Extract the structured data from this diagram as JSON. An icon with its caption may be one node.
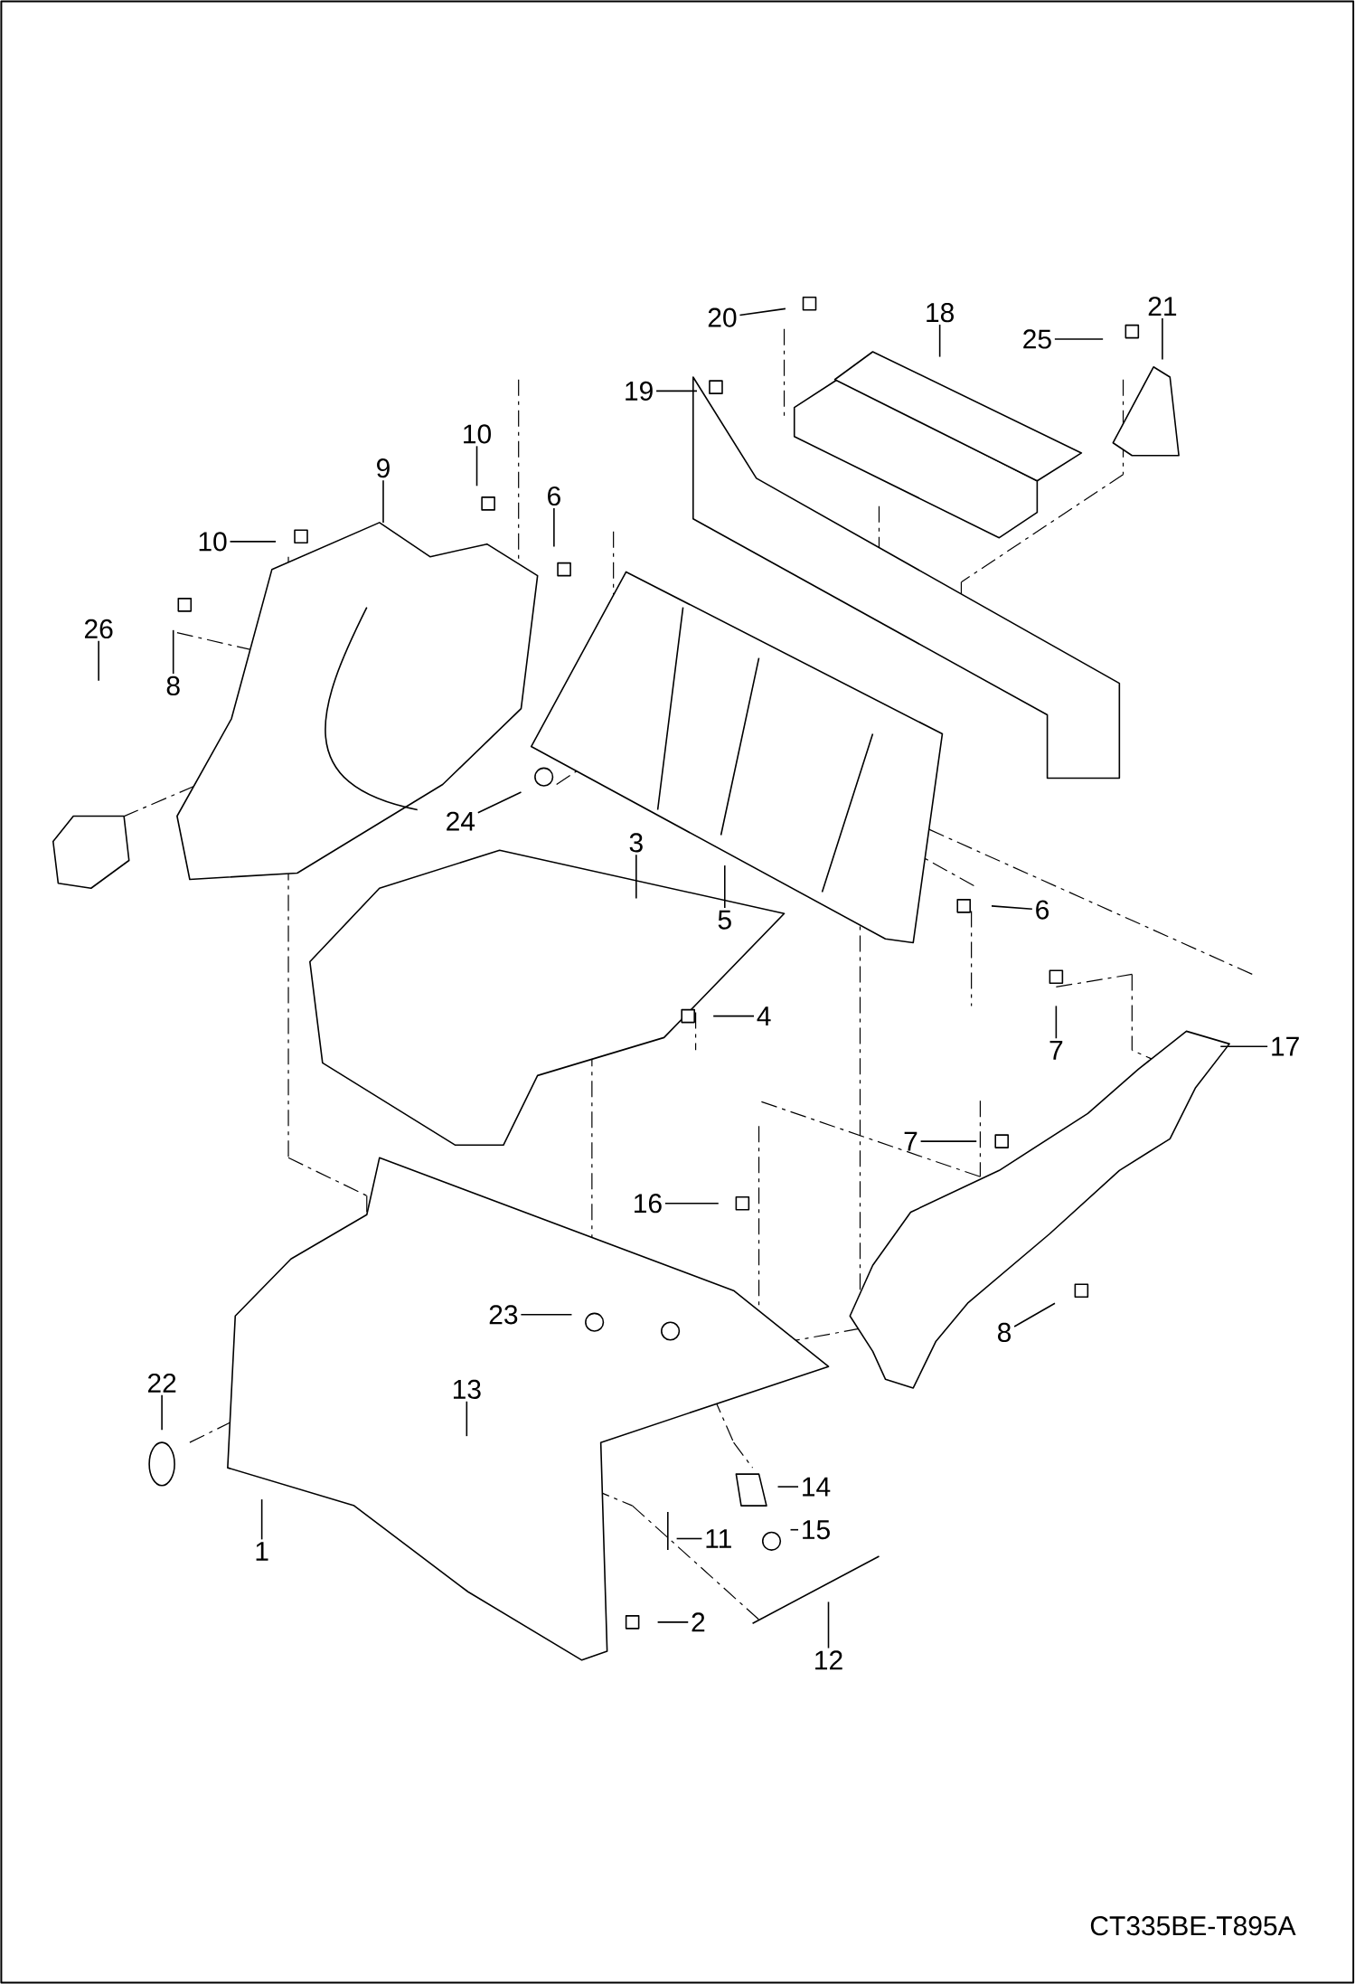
{
  "diagram": {
    "nodes": [
      {
        "text": [
          "21"
        ]
      },
      {
        "text": [
          "18"
        ]
      },
      {
        "text": [
          "20"
        ]
      },
      {
        "text": [
          "25"
        ]
      },
      {
        "text": [
          "19"
        ]
      },
      {
        "text": [
          "10"
        ]
      },
      {
        "text": [
          "9"
        ]
      },
      {
        "text": [
          "6"
        ]
      },
      {
        "text": [
          "10"
        ]
      },
      {
        "text": [
          "26"
        ]
      },
      {
        "text": [
          "8"
        ]
      },
      {
        "text": [
          "24"
        ]
      },
      {
        "text": [
          "3"
        ]
      },
      {
        "text": [
          "6"
        ]
      },
      {
        "text": [
          "5"
        ]
      },
      {
        "text": [
          "4"
        ]
      },
      {
        "text": [
          "17"
        ]
      },
      {
        "text": [
          "7"
        ]
      },
      {
        "text": [
          "7"
        ]
      },
      {
        "text": [
          "16"
        ]
      },
      {
        "text": [
          "23"
        ]
      },
      {
        "text": [
          "8"
        ]
      },
      {
        "text": [
          "22"
        ]
      },
      {
        "text": [
          "13"
        ]
      },
      {
        "text": [
          "14"
        ]
      },
      {
        "text": [
          "15"
        ]
      },
      {
        "text": [
          "11"
        ]
      },
      {
        "text": [
          "1"
        ]
      },
      {
        "text": [
          "2"
        ]
      },
      {
        "text": [
          "12"
        ]
      }
    ],
    "edges": [
      {
        "from": 0,
        "to": null,
        "arrow": "none"
      },
      {
        "from": 1,
        "to": null,
        "arrow": "none"
      },
      {
        "from": 2,
        "to": null,
        "arrow": "none"
      },
      {
        "from": 3,
        "to": null,
        "arrow": "none"
      },
      {
        "from": 4,
        "to": null,
        "arrow": "none"
      },
      {
        "from": 5,
        "to": null,
        "arrow": "none"
      },
      {
        "from": 6,
        "to": null,
        "arrow": "none"
      },
      {
        "from": 7,
        "to": null,
        "arrow": "none"
      },
      {
        "from": 8,
        "to": null,
        "arrow": "none"
      },
      {
        "from": 9,
        "to": null,
        "arrow": "none"
      },
      {
        "from": 10,
        "to": null,
        "arrow": "none"
      },
      {
        "from": 11,
        "to": null,
        "arrow": "none"
      },
      {
        "from": 12,
        "to": null,
        "arrow": "none"
      },
      {
        "from": 13,
        "to": null,
        "arrow": "none"
      },
      {
        "from": 14,
        "to": null,
        "arrow": "none"
      },
      {
        "from": 15,
        "to": null,
        "arrow": "none"
      },
      {
        "from": 16,
        "to": null,
        "arrow": "none"
      },
      {
        "from": 17,
        "to": null,
        "arrow": "none"
      },
      {
        "from": 18,
        "to": null,
        "arrow": "none"
      },
      {
        "from": 19,
        "to": null,
        "arrow": "none"
      },
      {
        "from": 20,
        "to": null,
        "arrow": "none"
      },
      {
        "from": 21,
        "to": null,
        "arrow": "none"
      },
      {
        "from": 22,
        "to": null,
        "arrow": "none"
      },
      {
        "from": 23,
        "to": null,
        "arrow": "none"
      },
      {
        "from": 24,
        "to": null,
        "arrow": "none"
      },
      {
        "from": 25,
        "to": null,
        "arrow": "none"
      },
      {
        "from": 26,
        "to": null,
        "arrow": "none"
      },
      {
        "from": 27,
        "to": null,
        "arrow": "none"
      },
      {
        "from": 28,
        "to": null,
        "arrow": "none"
      },
      {
        "from": 29,
        "to": null,
        "arrow": "none"
      }
    ],
    "labels": [
      "CT335BE-T895A"
    ]
  }
}
